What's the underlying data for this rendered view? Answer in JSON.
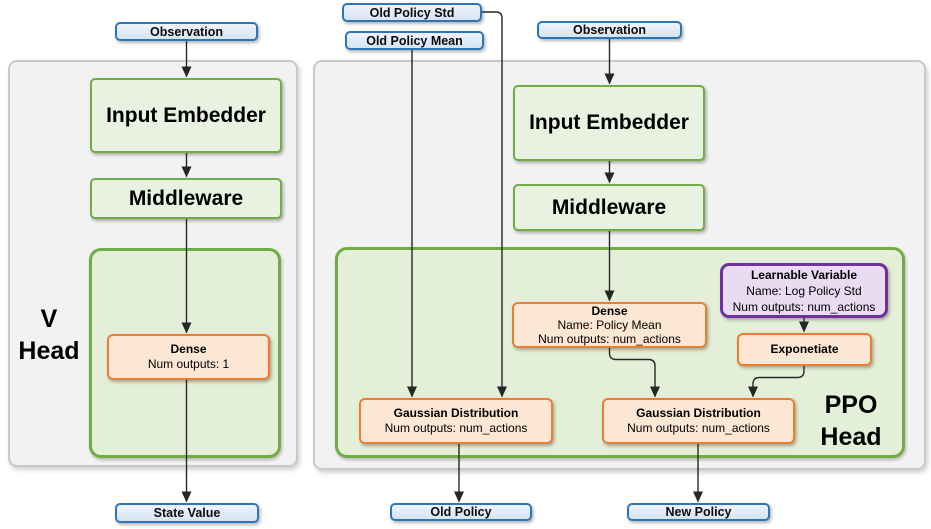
{
  "diagram": {
    "panels": {
      "v_head": {
        "title_line1": "V",
        "title_line2": "Head"
      },
      "ppo_head": {
        "title_line1": "PPO",
        "title_line2": "Head"
      }
    },
    "io_nodes": {
      "observation_left": "Observation",
      "observation_right": "Observation",
      "old_policy_std": "Old Policy Std",
      "old_policy_mean": "Old Policy Mean",
      "state_value": "State Value",
      "old_policy": "Old Policy",
      "new_policy": "New Policy"
    },
    "blocks": {
      "input_embedder_left": {
        "title": "Input Embedder"
      },
      "middleware_left": {
        "title": "Middleware"
      },
      "dense_v": {
        "title": "Dense",
        "line2": "Num outputs: 1"
      },
      "input_embedder_right": {
        "title": "Input Embedder"
      },
      "middleware_right": {
        "title": "Middleware"
      },
      "dense_policy_mean": {
        "title": "Dense",
        "line2": "Name: Policy Mean",
        "line3": "Num outputs: num_actions"
      },
      "learnable_variable": {
        "title": "Learnable Variable",
        "line2": "Name: Log Policy Std",
        "line3": "Num outputs: num_actions"
      },
      "exponetiate": {
        "title": "Exponetiate"
      },
      "gaussian_distribution_old": {
        "title": "Gaussian Distribution",
        "line2": "Num outputs: num_actions"
      },
      "gaussian_distribution_new": {
        "title": "Gaussian Distribution",
        "line2": "Num outputs: num_actions"
      }
    },
    "colors": {
      "green_border": "#70ad47",
      "green_fill": "#e9f2e0",
      "green_container_fill": "#e3efd6",
      "orange_border": "#ed7d31",
      "orange_fill": "#fce6d4",
      "purple_border": "#7030a0",
      "purple_fill": "#e9dbf2",
      "blue_border": "#2e75b6",
      "blue_fill": "#dbe8f6",
      "panel_fill": "#f2f2f2",
      "panel_border": "#c9c9c9",
      "arrow": "#262626"
    },
    "edges": [
      {
        "from": "observation_left",
        "to": "input_embedder_left"
      },
      {
        "from": "input_embedder_left",
        "to": "middleware_left"
      },
      {
        "from": "middleware_left",
        "to": "dense_v"
      },
      {
        "from": "dense_v",
        "to": "state_value"
      },
      {
        "from": "observation_right",
        "to": "input_embedder_right"
      },
      {
        "from": "input_embedder_right",
        "to": "middleware_right"
      },
      {
        "from": "middleware_right",
        "to": "dense_policy_mean"
      },
      {
        "from": "old_policy_mean",
        "to": "gaussian_distribution_old"
      },
      {
        "from": "old_policy_std",
        "to": "gaussian_distribution_old"
      },
      {
        "from": "dense_policy_mean",
        "to": "gaussian_distribution_new"
      },
      {
        "from": "learnable_variable",
        "to": "exponetiate"
      },
      {
        "from": "exponetiate",
        "to": "gaussian_distribution_new"
      },
      {
        "from": "gaussian_distribution_old",
        "to": "old_policy"
      },
      {
        "from": "gaussian_distribution_new",
        "to": "new_policy"
      }
    ]
  }
}
